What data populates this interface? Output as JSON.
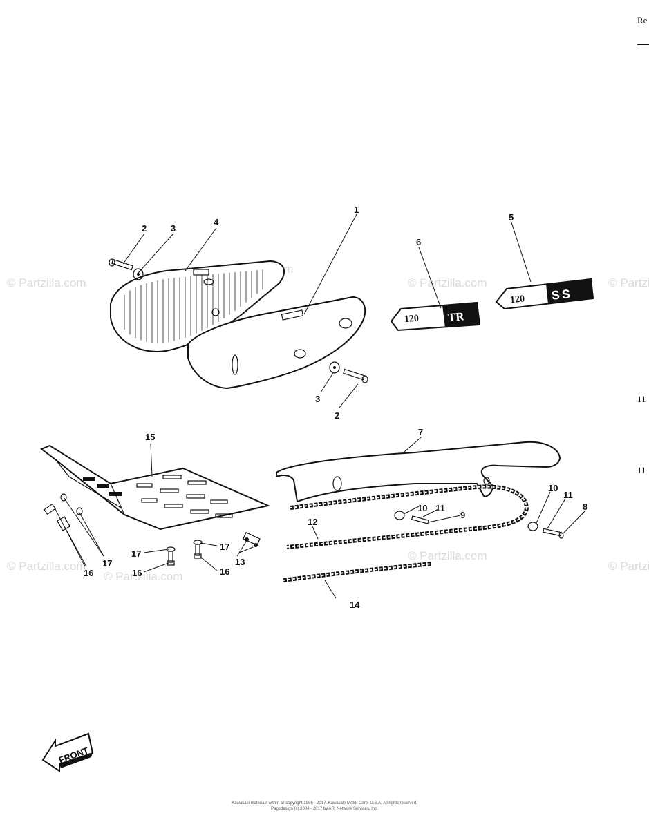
{
  "edge": {
    "top_right": "Re",
    "side_mark_1": "11",
    "side_mark_2": "11"
  },
  "watermark": "© Partzilla.com",
  "decals": {
    "tr": {
      "number": "120",
      "model": "TR"
    },
    "ss": {
      "number": "120",
      "model": "SS"
    }
  },
  "front_label": "FRONT",
  "callouts": {
    "c1": "1",
    "c2a": "2",
    "c3a": "3",
    "c4": "4",
    "c5": "5",
    "c6": "6",
    "c3b": "3",
    "c2b": "2",
    "c7": "7",
    "c15": "15",
    "c10a": "10",
    "c11a": "11",
    "c9": "9",
    "c10b": "10",
    "c11b": "11",
    "c8": "8",
    "c12": "12",
    "c13": "13",
    "c14": "14",
    "c17a": "17",
    "c16a": "16",
    "c17b": "17",
    "c16b": "16",
    "c17c": "17",
    "c16c": "16"
  },
  "copyright": {
    "line1": "Kawasaki materials within all copyright 1986 - 2017. Kawasaki Motor Corp, U.S.A.  All rights reserved.",
    "line2": "Pagedesign (c) 2004 - 2017 by ARI Network Services, Inc."
  }
}
